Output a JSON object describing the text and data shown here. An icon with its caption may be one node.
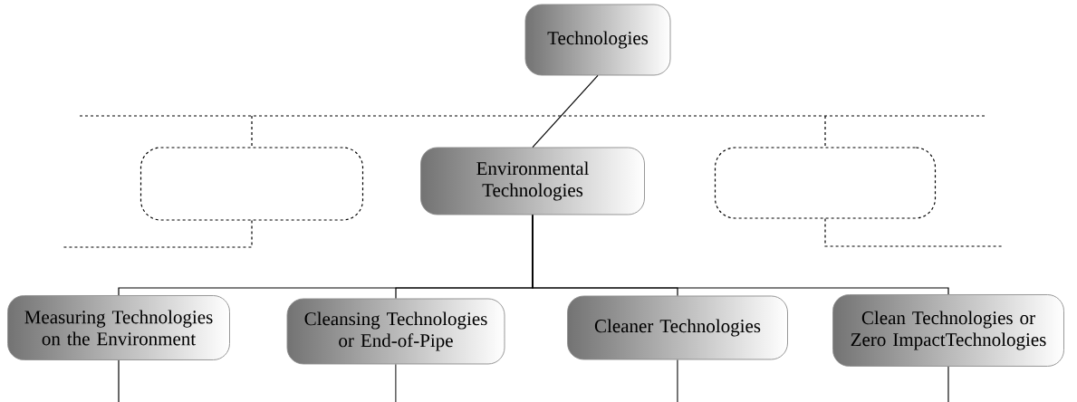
{
  "diagram": {
    "nodes": [
      {
        "text": [
          "Technologies"
        ]
      },
      {
        "text": [
          "Environmental Technologies"
        ]
      },
      {
        "text": [],
        "shape": "box"
      },
      {
        "text": [],
        "shape": "box"
      },
      {
        "text": [
          "Measuring Technologies on the Environment"
        ]
      },
      {
        "text": [
          "Cleansing Technologies or End-of-Pipe"
        ]
      },
      {
        "text": [
          "Cleaner Technologies"
        ]
      },
      {
        "text": [
          "Clean Technologies or Zero ImpactTechnologies"
        ]
      }
    ],
    "edges": [
      {
        "from": 0,
        "to": 1,
        "arrow": "none"
      },
      {
        "from": 1,
        "to": 4,
        "arrow": "none"
      },
      {
        "from": 1,
        "to": 5,
        "arrow": "none"
      },
      {
        "from": 1,
        "to": 6,
        "arrow": "none"
      },
      {
        "from": 1,
        "to": 7,
        "arrow": "none"
      },
      {
        "from": null,
        "to": 2,
        "arrow": "none",
        "style": "dashed"
      },
      {
        "from": 2,
        "to": null,
        "arrow": "none",
        "style": "dashed"
      },
      {
        "from": null,
        "to": 3,
        "arrow": "none",
        "style": "dashed"
      },
      {
        "from": 3,
        "to": null,
        "arrow": "none",
        "style": "dashed"
      },
      {
        "from": 4,
        "to": null,
        "arrow": "none"
      },
      {
        "from": 5,
        "to": null,
        "arrow": "none"
      },
      {
        "from": 6,
        "to": null,
        "arrow": "none"
      },
      {
        "from": 7,
        "to": null,
        "arrow": "none"
      }
    ]
  }
}
